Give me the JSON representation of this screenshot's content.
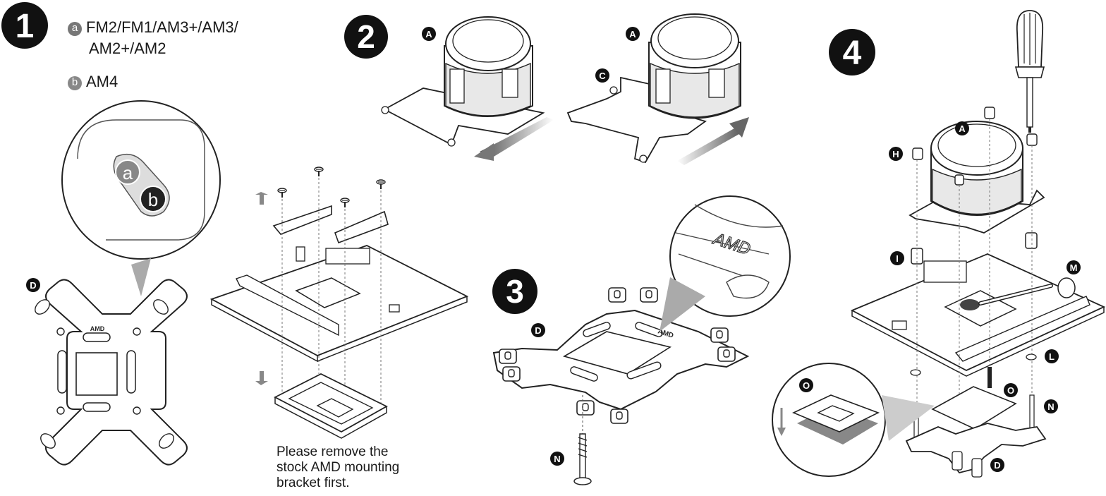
{
  "steps": {
    "step1": "1",
    "step2": "2",
    "step3": "3",
    "step4": "4"
  },
  "legend": {
    "a_marker": "a",
    "a_text_line1": "FM2/FM1/AM3+/AM3/",
    "a_text_line2": "AM2+/AM2",
    "b_marker": "b",
    "b_text": "AM4"
  },
  "zoom_labels": {
    "a": "a",
    "b": "b"
  },
  "bracket_logo": "AMD",
  "zoom_logo": "AMD",
  "part_labels": {
    "A": "A",
    "C": "C",
    "D": "D",
    "H": "H",
    "I": "I",
    "L": "L",
    "M": "M",
    "N": "N",
    "O": "O"
  },
  "note_lines": [
    "Please remove the",
    "stock AMD mounting",
    "bracket first."
  ]
}
